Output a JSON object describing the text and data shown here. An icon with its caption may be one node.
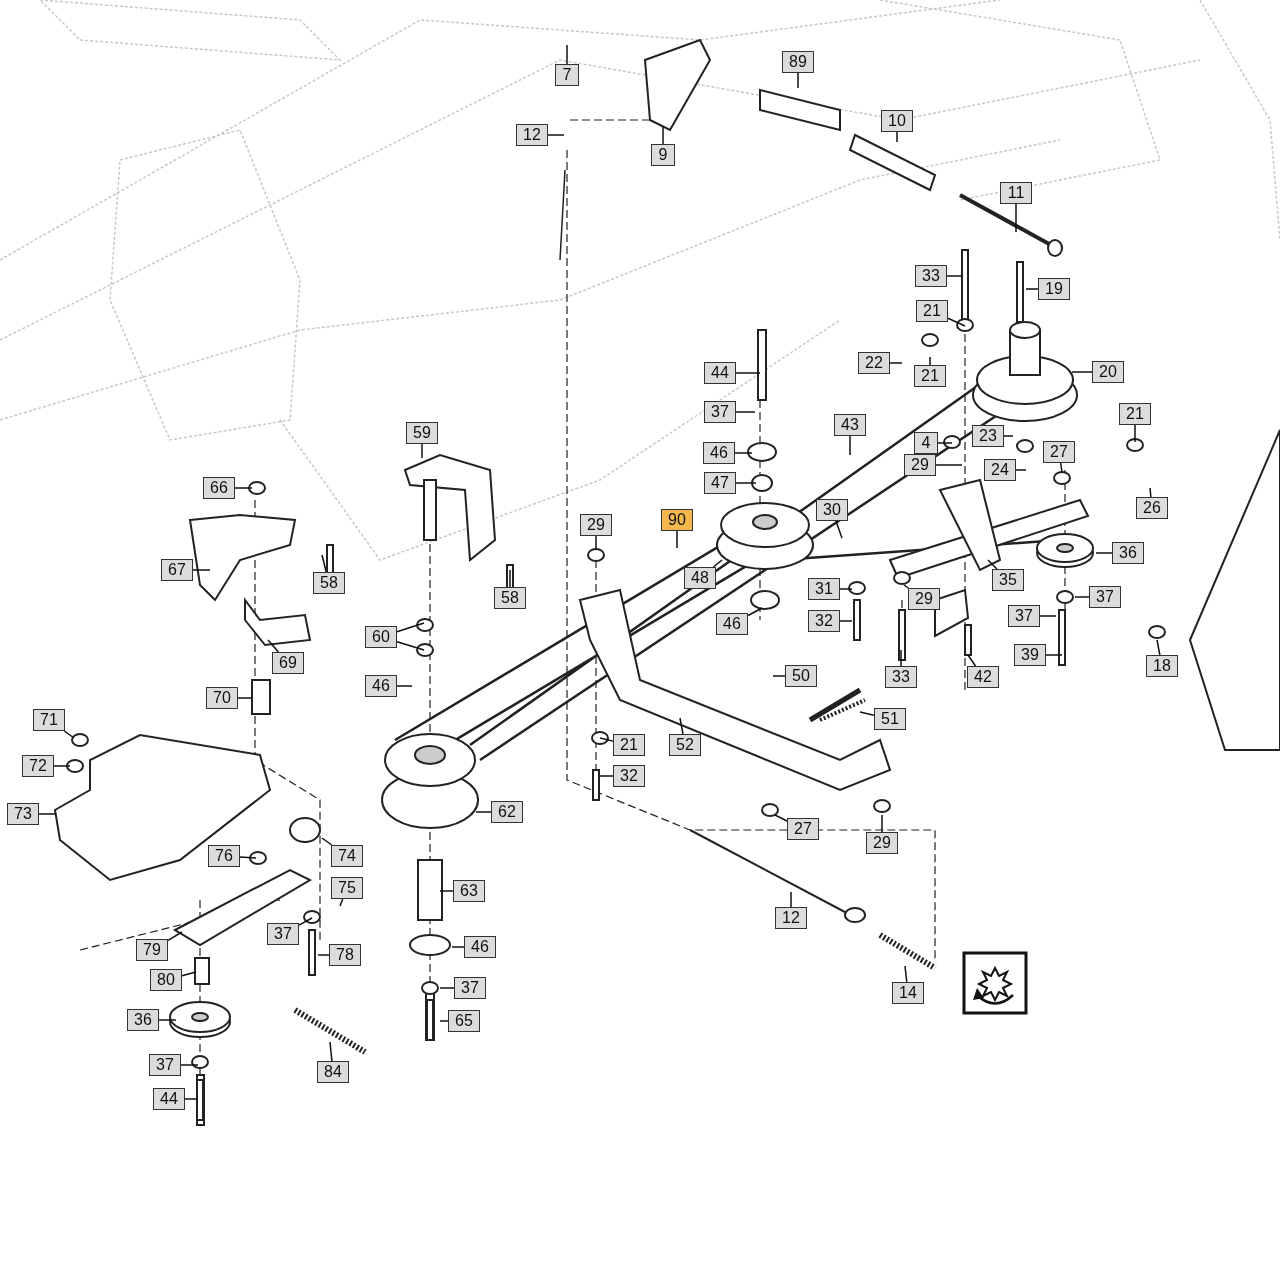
{
  "diagram": {
    "nodes": [
      {
        "text": [
          "7"
        ]
      },
      {
        "text": [
          "89"
        ]
      },
      {
        "text": [
          "12"
        ]
      },
      {
        "text": [
          "9"
        ]
      },
      {
        "text": [
          "10"
        ]
      },
      {
        "text": [
          "11"
        ]
      },
      {
        "text": [
          "33"
        ]
      },
      {
        "text": [
          "19"
        ]
      },
      {
        "text": [
          "21"
        ]
      },
      {
        "text": [
          "22"
        ]
      },
      {
        "text": [
          "21"
        ]
      },
      {
        "text": [
          "20"
        ]
      },
      {
        "text": [
          "44"
        ]
      },
      {
        "text": [
          "37"
        ]
      },
      {
        "text": [
          "43"
        ]
      },
      {
        "text": [
          "21"
        ]
      },
      {
        "text": [
          "4"
        ]
      },
      {
        "text": [
          "23"
        ]
      },
      {
        "text": [
          "59"
        ]
      },
      {
        "text": [
          "46"
        ]
      },
      {
        "text": [
          "29"
        ]
      },
      {
        "text": [
          "27"
        ]
      },
      {
        "text": [
          "24"
        ]
      },
      {
        "text": [
          "66"
        ]
      },
      {
        "text": [
          "47"
        ]
      },
      {
        "text": [
          "26"
        ]
      },
      {
        "text": [
          "90"
        ]
      },
      {
        "text": [
          "30"
        ]
      },
      {
        "text": [
          "29"
        ]
      },
      {
        "text": [
          "36"
        ]
      },
      {
        "text": [
          "67"
        ]
      },
      {
        "text": [
          "48"
        ]
      },
      {
        "text": [
          "58"
        ]
      },
      {
        "text": [
          "58"
        ]
      },
      {
        "text": [
          "31"
        ]
      },
      {
        "text": [
          "35"
        ]
      },
      {
        "text": [
          "29"
        ]
      },
      {
        "text": [
          "37"
        ]
      },
      {
        "text": [
          "60"
        ]
      },
      {
        "text": [
          "32"
        ]
      },
      {
        "text": [
          "46"
        ]
      },
      {
        "text": [
          "37"
        ]
      },
      {
        "text": [
          "18"
        ]
      },
      {
        "text": [
          "69"
        ]
      },
      {
        "text": [
          "33"
        ]
      },
      {
        "text": [
          "42"
        ]
      },
      {
        "text": [
          "39"
        ]
      },
      {
        "text": [
          "46"
        ]
      },
      {
        "text": [
          "50"
        ]
      },
      {
        "text": [
          "70"
        ]
      },
      {
        "text": [
          "71"
        ]
      },
      {
        "text": [
          "51"
        ]
      },
      {
        "text": [
          "21"
        ]
      },
      {
        "text": [
          "52"
        ]
      },
      {
        "text": [
          "72"
        ]
      },
      {
        "text": [
          "32"
        ]
      },
      {
        "text": [
          "62"
        ]
      },
      {
        "text": [
          "73"
        ]
      },
      {
        "text": [
          "27"
        ]
      },
      {
        "text": [
          "29"
        ]
      },
      {
        "text": [
          "76"
        ]
      },
      {
        "text": [
          "74"
        ]
      },
      {
        "text": [
          "75"
        ]
      },
      {
        "text": [
          "63"
        ]
      },
      {
        "text": [
          "12"
        ]
      },
      {
        "text": [
          "37"
        ]
      },
      {
        "text": [
          "46"
        ]
      },
      {
        "text": [
          "79"
        ]
      },
      {
        "text": [
          "78"
        ]
      },
      {
        "text": [
          "80"
        ]
      },
      {
        "text": [
          "37"
        ]
      },
      {
        "text": [
          "14"
        ]
      },
      {
        "text": [
          "36"
        ]
      },
      {
        "text": [
          "65"
        ]
      },
      {
        "text": [
          "84"
        ]
      },
      {
        "text": [
          "37"
        ]
      },
      {
        "text": [
          "44"
        ]
      }
    ],
    "edges": [
      {
        "from": 0,
        "to": null,
        "arrow": "none"
      },
      {
        "from": 1,
        "to": null,
        "arrow": "none"
      },
      {
        "from": 2,
        "to": null,
        "arrow": "none"
      },
      {
        "from": 3,
        "to": null,
        "arrow": "none"
      },
      {
        "from": 4,
        "to": null,
        "arrow": "none"
      },
      {
        "from": 5,
        "to": null,
        "arrow": "none"
      },
      {
        "from": 6,
        "to": null,
        "arrow": "none"
      },
      {
        "from": 7,
        "to": null,
        "arrow": "none"
      },
      {
        "from": 8,
        "to": null,
        "arrow": "none"
      },
      {
        "from": 9,
        "to": null,
        "arrow": "none"
      },
      {
        "from": 10,
        "to": null,
        "arrow": "none"
      },
      {
        "from": 11,
        "to": null,
        "arrow": "none"
      },
      {
        "from": 12,
        "to": null,
        "arrow": "none"
      },
      {
        "from": 13,
        "to": null,
        "arrow": "none"
      },
      {
        "from": 14,
        "to": null,
        "arrow": "none"
      },
      {
        "from": 15,
        "to": null,
        "arrow": "none"
      },
      {
        "from": 16,
        "to": null,
        "arrow": "none"
      },
      {
        "from": 17,
        "to": null,
        "arrow": "none"
      },
      {
        "from": 18,
        "to": null,
        "arrow": "none"
      },
      {
        "from": 19,
        "to": null,
        "arrow": "none"
      },
      {
        "from": 20,
        "to": null,
        "arrow": "none"
      },
      {
        "from": 21,
        "to": null,
        "arrow": "none"
      },
      {
        "from": 22,
        "to": null,
        "arrow": "none"
      },
      {
        "from": 23,
        "to": null,
        "arrow": "none"
      },
      {
        "from": 24,
        "to": null,
        "arrow": "none"
      },
      {
        "from": 25,
        "to": null,
        "arrow": "none"
      },
      {
        "from": 26,
        "to": null,
        "arrow": "none"
      },
      {
        "from": 27,
        "to": null,
        "arrow": "none"
      },
      {
        "from": 28,
        "to": null,
        "arrow": "none"
      },
      {
        "from": 29,
        "to": null,
        "arrow": "none"
      },
      {
        "from": 30,
        "to": null,
        "arrow": "none"
      },
      {
        "from": 31,
        "to": null,
        "arrow": "none"
      },
      {
        "from": 32,
        "to": null,
        "arrow": "none"
      },
      {
        "from": 33,
        "to": null,
        "arrow": "none"
      },
      {
        "from": 34,
        "to": null,
        "arrow": "none"
      },
      {
        "from": 35,
        "to": null,
        "arrow": "none"
      },
      {
        "from": 36,
        "to": null,
        "arrow": "none"
      },
      {
        "from": 37,
        "to": null,
        "arrow": "none"
      },
      {
        "from": 38,
        "to": null,
        "arrow": "none"
      },
      {
        "from": 38,
        "to": null,
        "arrow": "none"
      },
      {
        "from": 39,
        "to": null,
        "arrow": "none"
      },
      {
        "from": 40,
        "to": null,
        "arrow": "none"
      },
      {
        "from": 41,
        "to": null,
        "arrow": "none"
      },
      {
        "from": 42,
        "to": null,
        "arrow": "none"
      },
      {
        "from": 43,
        "to": null,
        "arrow": "none"
      },
      {
        "from": 44,
        "to": null,
        "arrow": "none"
      },
      {
        "from": 45,
        "to": null,
        "arrow": "none"
      },
      {
        "from": 46,
        "to": null,
        "arrow": "none"
      },
      {
        "from": 47,
        "to": null,
        "arrow": "none"
      },
      {
        "from": 48,
        "to": null,
        "arrow": "none"
      },
      {
        "from": 49,
        "to": null,
        "arrow": "none"
      },
      {
        "from": 50,
        "to": null,
        "arrow": "none"
      },
      {
        "from": 51,
        "to": null,
        "arrow": "none"
      },
      {
        "from": 52,
        "to": null,
        "arrow": "none"
      },
      {
        "from": 53,
        "to": null,
        "arrow": "none"
      },
      {
        "from": 54,
        "to": null,
        "arrow": "none"
      },
      {
        "from": 55,
        "to": null,
        "arrow": "none"
      },
      {
        "from": 56,
        "to": null,
        "arrow": "none"
      },
      {
        "from": 57,
        "to": null,
        "arrow": "none"
      },
      {
        "from": 58,
        "to": null,
        "arrow": "none"
      },
      {
        "from": 59,
        "to": null,
        "arrow": "none"
      },
      {
        "from": 60,
        "to": null,
        "arrow": "none"
      },
      {
        "from": 61,
        "to": null,
        "arrow": "none"
      },
      {
        "from": 62,
        "to": null,
        "arrow": "none"
      },
      {
        "from": 63,
        "to": null,
        "arrow": "none"
      },
      {
        "from": 64,
        "to": null,
        "arrow": "none"
      },
      {
        "from": 65,
        "to": null,
        "arrow": "none"
      },
      {
        "from": 66,
        "to": null,
        "arrow": "none"
      },
      {
        "from": 67,
        "to": null,
        "arrow": "none"
      },
      {
        "from": 68,
        "to": null,
        "arrow": "none"
      },
      {
        "from": 69,
        "to": null,
        "arrow": "none"
      },
      {
        "from": 70,
        "to": null,
        "arrow": "none"
      },
      {
        "from": 71,
        "to": null,
        "arrow": "none"
      },
      {
        "from": 72,
        "to": null,
        "arrow": "none"
      },
      {
        "from": 73,
        "to": null,
        "arrow": "none"
      },
      {
        "from": 74,
        "to": null,
        "arrow": "none"
      },
      {
        "from": 75,
        "to": null,
        "arrow": "none"
      },
      {
        "from": 76,
        "to": null,
        "arrow": "none"
      }
    ]
  }
}
